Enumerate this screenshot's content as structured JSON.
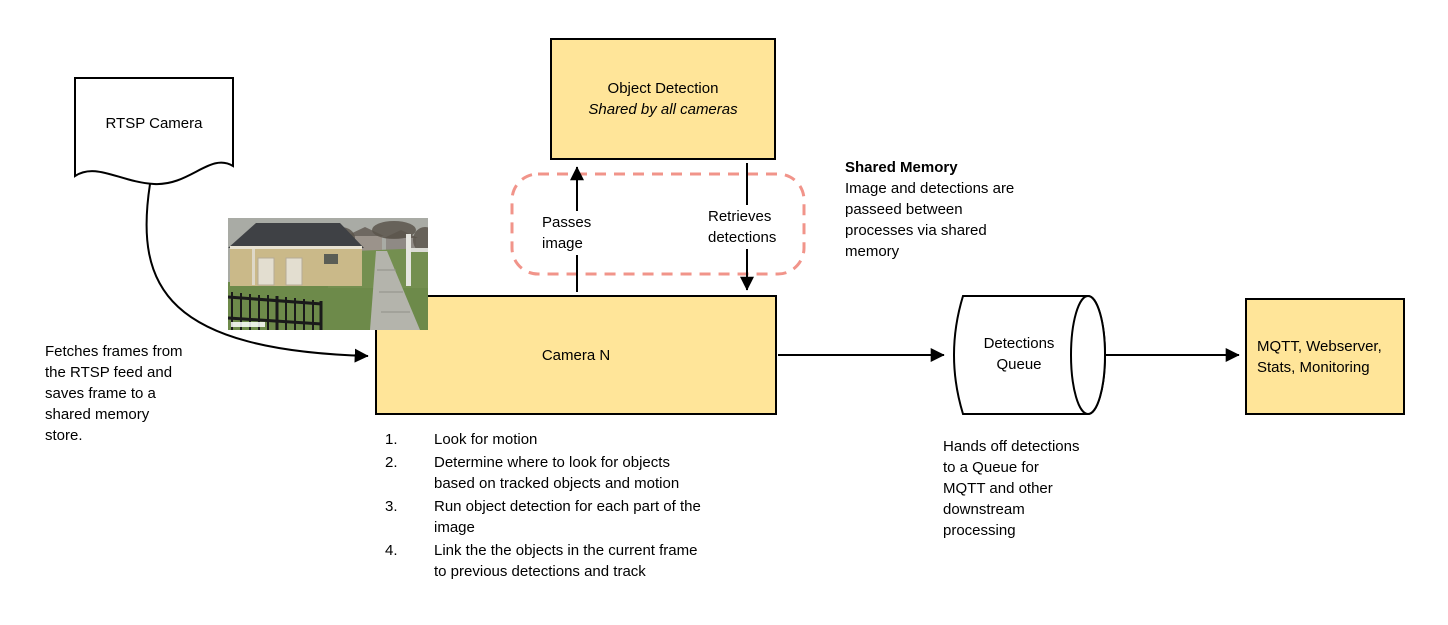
{
  "diagram": {
    "rtsp": {
      "label": "RTSP Camera",
      "note": "Fetches frames from\nthe RTSP feed and\nsaves frame to a\nshared memory\nstore."
    },
    "object_detection": {
      "title": "Object Detection",
      "subtitle": "Shared by all cameras"
    },
    "shared_memory_flow": {
      "passes_label": "Passes\nimage",
      "retrieves_label": "Retrieves\ndetections"
    },
    "shared_memory_note": {
      "title": "Shared Memory",
      "body": "Image and detections are\npasseed between\nprocesses via shared\nmemory"
    },
    "camera": {
      "label": "Camera N",
      "steps": [
        {
          "num": "1.",
          "text": "Look for motion"
        },
        {
          "num": "2.",
          "text": "Determine where to look for objects\nbased on tracked objects and motion"
        },
        {
          "num": "3.",
          "text": "Run object detection for each part of the\nimage"
        },
        {
          "num": "4.",
          "text": "Link the the objects in the current frame\nto previous detections and track"
        }
      ]
    },
    "queue": {
      "label": "Detections Queue",
      "note": "Hands off detections\nto a Queue for\nMQTT and other\ndownstream\nprocessing"
    },
    "outputs": {
      "label": "MQTT, Webserver,\nStats, Monitoring"
    },
    "colors": {
      "node_fill": "#ffe599",
      "node_border": "#000000",
      "shared_memory_dash": "#f1948a",
      "arrow": "#000000"
    }
  }
}
